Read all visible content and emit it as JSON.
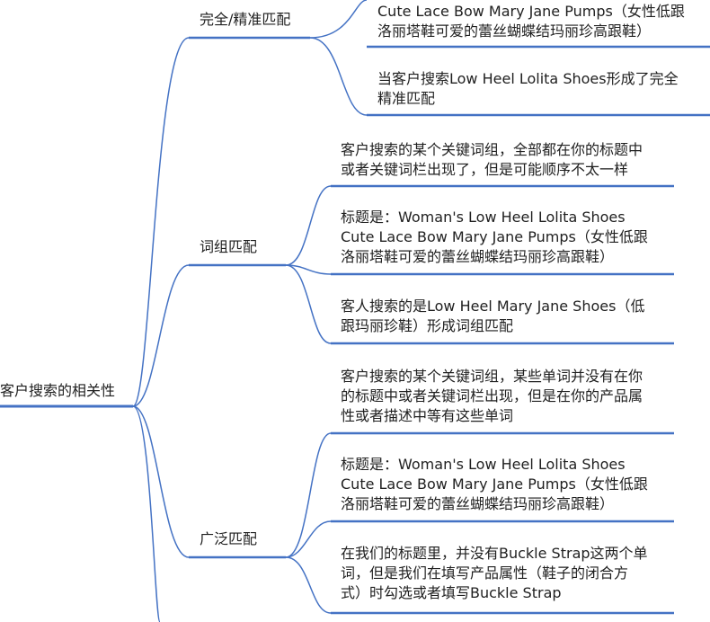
{
  "root": {
    "label": "客户搜索的相关性"
  },
  "branches": [
    {
      "label": "完全/精准匹配",
      "leaves": [
        "Cute Lace Bow Mary Jane Pumps（女性低跟\n洛丽塔鞋可爱的蕾丝蝴蝶结玛丽珍高跟鞋）",
        "当客户搜索Low Heel Lolita Shoes形成了完全\n精准匹配"
      ]
    },
    {
      "label": "词组匹配",
      "leaves": [
        "客户搜索的某个关键词组，全部都在你的标题中\n或者关键词栏出现了，但是可能顺序不太一样",
        "标题是：Woman's Low Heel Lolita Shoes\nCute Lace Bow Mary Jane Pumps（女性低跟\n洛丽塔鞋可爱的蕾丝蝴蝶结玛丽珍高跟鞋）",
        "客人搜索的是Low Heel Mary Jane Shoes（低\n跟玛丽珍鞋）形成词组匹配"
      ]
    },
    {
      "label": "广泛匹配",
      "leaves": [
        "客户搜索的某个关键词组，某些单词并没有在你\n的标题中或者关键词栏出现，但是在你的产品属\n性或者描述中等有这些单词",
        "标题是：Woman's Low Heel Lolita Shoes\nCute Lace Bow Mary Jane Pumps（女性低跟\n洛丽塔鞋可爱的蕾丝蝴蝶结玛丽珍高跟鞋）",
        "在我们的标题里，并没有Buckle Strap这两个单\n词，但是我们在填写产品属性（鞋子的闭合方\n式）时勾选或者填写Buckle Strap"
      ]
    }
  ],
  "colors": {
    "line": "#4472c4",
    "text": "#1f1f1f"
  }
}
